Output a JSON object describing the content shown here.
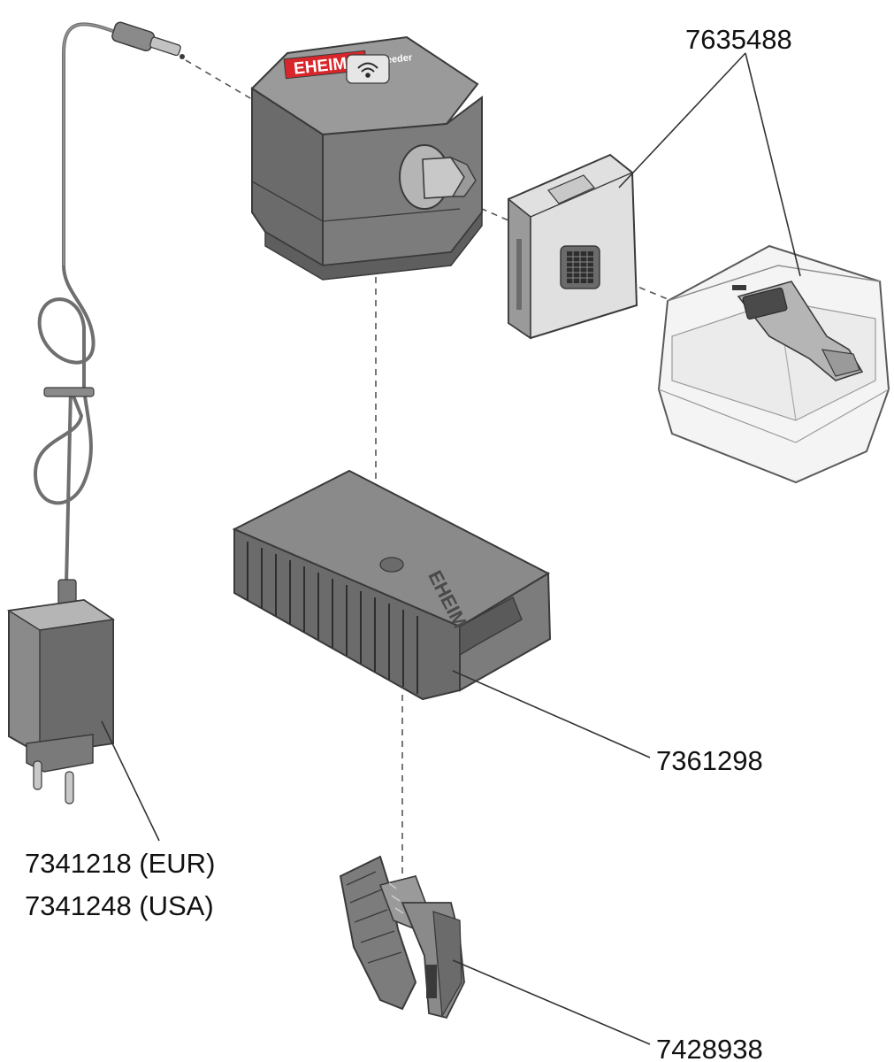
{
  "labels": {
    "power_unit": "7635488",
    "feeder_base": "7361298",
    "adapter_line1": "7341218 (EUR)",
    "adapter_line2": "7341248 (USA)",
    "clamp": "7428938"
  },
  "branding": {
    "head_logo": "EHEIM",
    "head_subtitle": "autofeeder",
    "base_logo": "EHEIM"
  },
  "icons": {
    "wifi_button": "wifi-icon"
  },
  "colors": {
    "brand_red": "#d8262b",
    "part_dark": "#6b6b6b",
    "part_mid": "#8a8a8a",
    "part_light": "#b5b5b5",
    "outline": "#3a3a3a",
    "leader_line": "#333333"
  }
}
